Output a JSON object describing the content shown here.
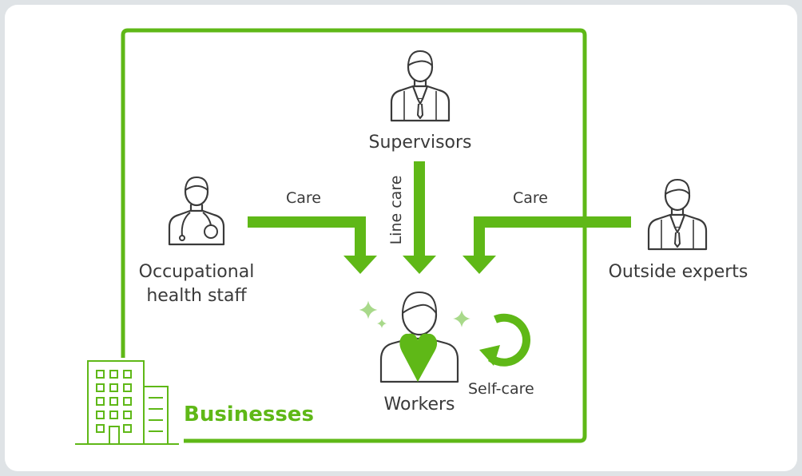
{
  "labels": {
    "supervisors": "Supervisors",
    "occupational": "Occupational\nhealth staff",
    "outside_experts": "Outside experts",
    "workers": "Workers",
    "self_care": "Self-care",
    "line_care": "Line care",
    "care_left": "Care",
    "care_right": "Care",
    "businesses": "Businesses"
  },
  "colors": {
    "accent": "#5fb817",
    "accent_light": "#a8d98a",
    "outline": "#3a3a3a",
    "panel": "#ffffff",
    "background": "#dfe3e6"
  },
  "icons": {
    "supervisor": "person-with-tie-icon",
    "occupational": "doctor-with-stethoscope-icon",
    "outside_expert": "person-with-tie-icon",
    "worker": "person-with-heart-icon",
    "self_care": "circular-arrow-icon",
    "business": "building-icon",
    "sparkle": "sparkle-icon"
  }
}
